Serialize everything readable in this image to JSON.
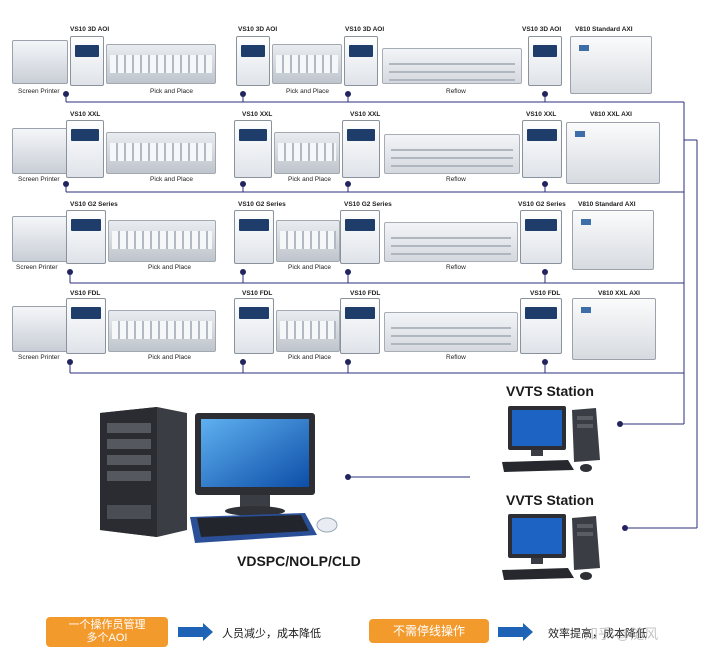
{
  "rows": [
    {
      "aoi_labels": [
        "VS10 3D AOI",
        "VS10 3D AOI",
        "VS10 3D AOI",
        "VS10 3D AOI"
      ],
      "axi_label": "V810 Standard AXI",
      "stations": [
        "Screen Printer",
        "Pick and Place",
        "Pick and Place",
        "Reflow"
      ]
    },
    {
      "aoi_labels": [
        "VS10 XXL",
        "VS10 XXL",
        "VS10 XXL",
        "VS10 XXL"
      ],
      "axi_label": "V810 XXL AXI",
      "stations": [
        "Screen Printer",
        "Pick and Place",
        "Pick and Place",
        "Reflow"
      ]
    },
    {
      "aoi_labels": [
        "VS10 G2 Series",
        "VS10 G2 Series",
        "VS10 G2 Series",
        "VS10 G2 Series"
      ],
      "axi_label": "V810 Standard AXI",
      "stations": [
        "Screen Printer",
        "Pick and Place",
        "Pick and Place",
        "Reflow"
      ]
    },
    {
      "aoi_labels": [
        "VS10 FDL",
        "VS10 FDL",
        "VS10 FDL",
        "VS10 FDL"
      ],
      "axi_label": "V810 XXL AXI",
      "stations": [
        "Screen Printer",
        "Pick and Place",
        "Pick and Place",
        "Reflow"
      ]
    }
  ],
  "server": {
    "caption": "VDSPC/NOLP/CLD"
  },
  "vvts": [
    {
      "title": "VVTS Station"
    },
    {
      "title": "VVTS Station"
    }
  ],
  "benefits": [
    {
      "badge": "一个操作员管理\n多个AOI",
      "text": "人员减少，成本降低"
    },
    {
      "badge": "不需停线操作",
      "text": "效率提高，成本降低"
    }
  ],
  "watermark": "知乎 @随风",
  "colors": {
    "line": "#2b2f7e",
    "dot": "#22245e",
    "badge": "#f39a2d",
    "arrow": "#1e63b5"
  }
}
